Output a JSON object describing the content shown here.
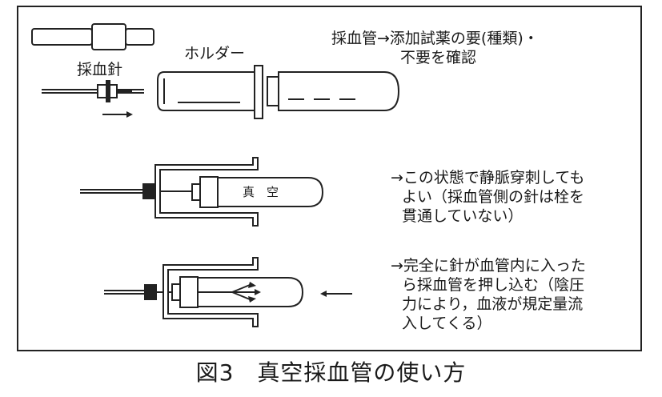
{
  "labels": {
    "needle": "採血針",
    "holder": "ホルダー",
    "vacuum": "真　空"
  },
  "notes": {
    "note1": [
      "採血管→添加試薬の要(種類)・",
      "不要を確認"
    ],
    "note2": [
      "→この状態で静脈穿刺しても",
      "よい（採血管側の針は栓を",
      "貫通していない）"
    ],
    "note3": [
      "→完全に針が血管内に入った",
      "ら採血管を押し込む（陰圧",
      "力により，血液が規定量流",
      "入してくる）"
    ]
  },
  "caption": "図3　真空採血管の使い方"
}
